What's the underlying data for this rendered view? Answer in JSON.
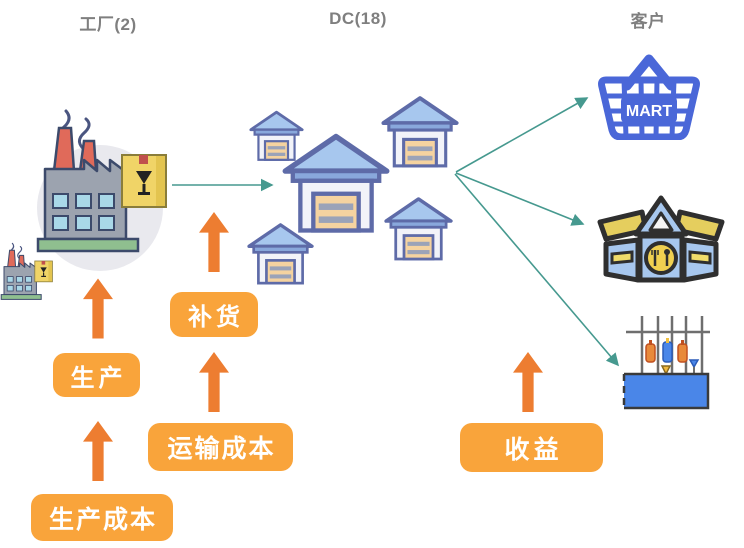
{
  "diagram": {
    "columns": [
      {
        "id": "factory",
        "label": "工厂(2)"
      },
      {
        "id": "dc",
        "label": "DC(18)"
      },
      {
        "id": "customer",
        "label": "客户"
      }
    ],
    "flow_labels": {
      "replenish": "补货",
      "production": "生产",
      "transport_cost": "运输成本",
      "production_cost": "生产成本",
      "revenue": "收益"
    },
    "icons": {
      "basket_text": "MART"
    },
    "colors": {
      "arrow_orange": "#ED7D31",
      "pill_orange": "#F9A43B",
      "connector_teal": "#46998F",
      "title_gray": "#7F7F7F"
    }
  }
}
